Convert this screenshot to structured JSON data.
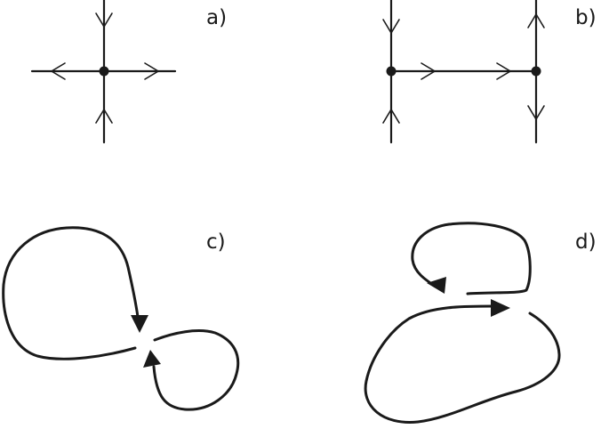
{
  "panels": {
    "a": {
      "label": "a)"
    },
    "b": {
      "label": "b)"
    },
    "c": {
      "label": "c)"
    },
    "d": {
      "label": "d)"
    }
  },
  "colors": {
    "ink": "#1a1a1a",
    "background": "#ffffff"
  },
  "icons": {
    "open_arrow": "chevron-arrowhead",
    "filled_arrow": "filled-triangle-arrowhead",
    "vertex": "filled-circle"
  }
}
